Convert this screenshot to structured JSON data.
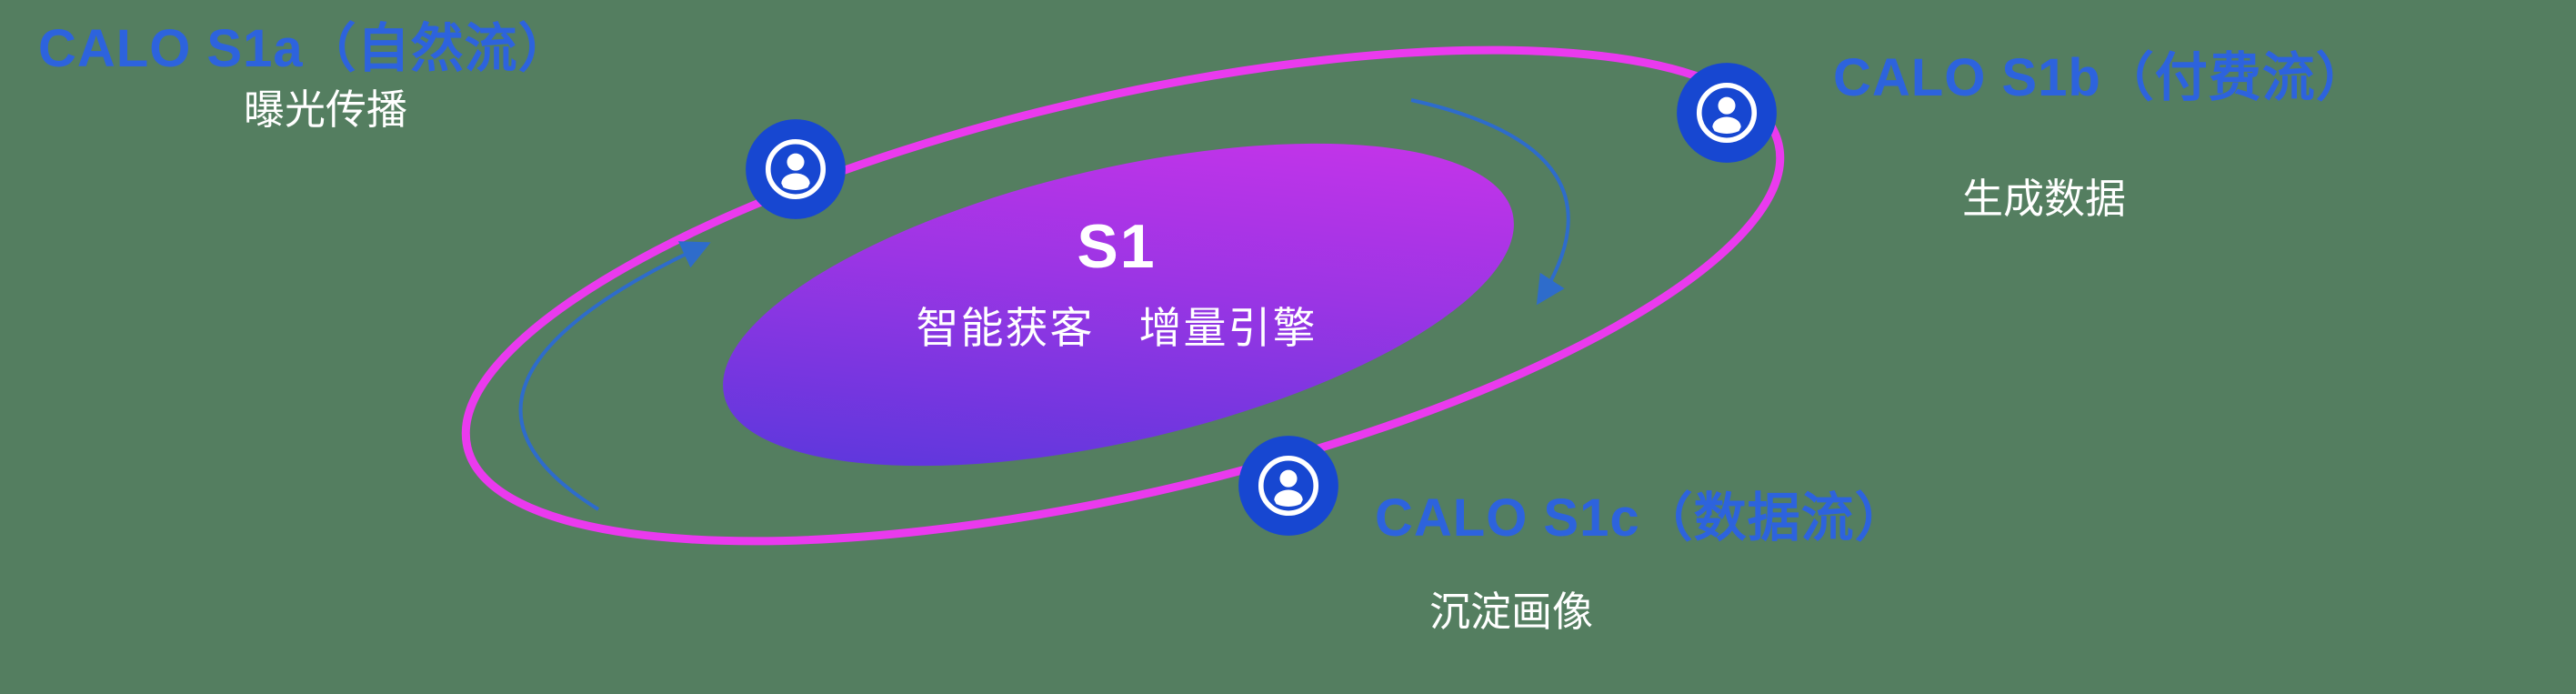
{
  "diagram": {
    "core": {
      "title": "S1",
      "subtitle": "智能获客　增量引擎"
    },
    "nodes": {
      "s1a": {
        "title": "CALO S1a（自然流）",
        "subtitle": "曝光传播"
      },
      "s1b": {
        "title": "CALO S1b（付费流）",
        "subtitle": "生成数据"
      },
      "s1c": {
        "title": "CALO S1c（数据流）",
        "subtitle": "沉淀画像"
      }
    },
    "icons": {
      "node_icon": "user-in-circle-icon"
    },
    "colors": {
      "background": "#547e60",
      "node_title_blue": "#2d63dd",
      "ring_pink": "#ea3aee",
      "icon_blue": "#1747d1",
      "arrow_blue": "#2e6ccb",
      "core_gradient_start": "#4b38da",
      "core_gradient_end": "#d433eb",
      "text_white": "#ffffff"
    }
  }
}
